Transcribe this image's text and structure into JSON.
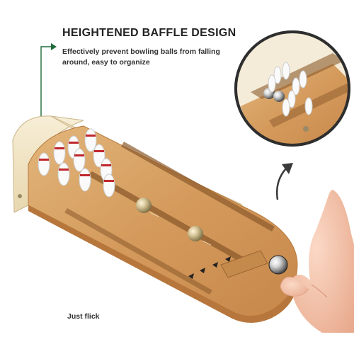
{
  "headline": "HEIGHTENED BAFFLE DESIGN",
  "description": "Effectively prevent bowling balls from falling around, easy to organize",
  "caption": "Just flick",
  "colors": {
    "callout_green": "#1e6b3a",
    "wood": "#d9a56a",
    "baffle": "#f2e6c8"
  },
  "icons": [
    "pin-icon",
    "ball-icon",
    "curved-arrow-icon",
    "hand-icon"
  ]
}
